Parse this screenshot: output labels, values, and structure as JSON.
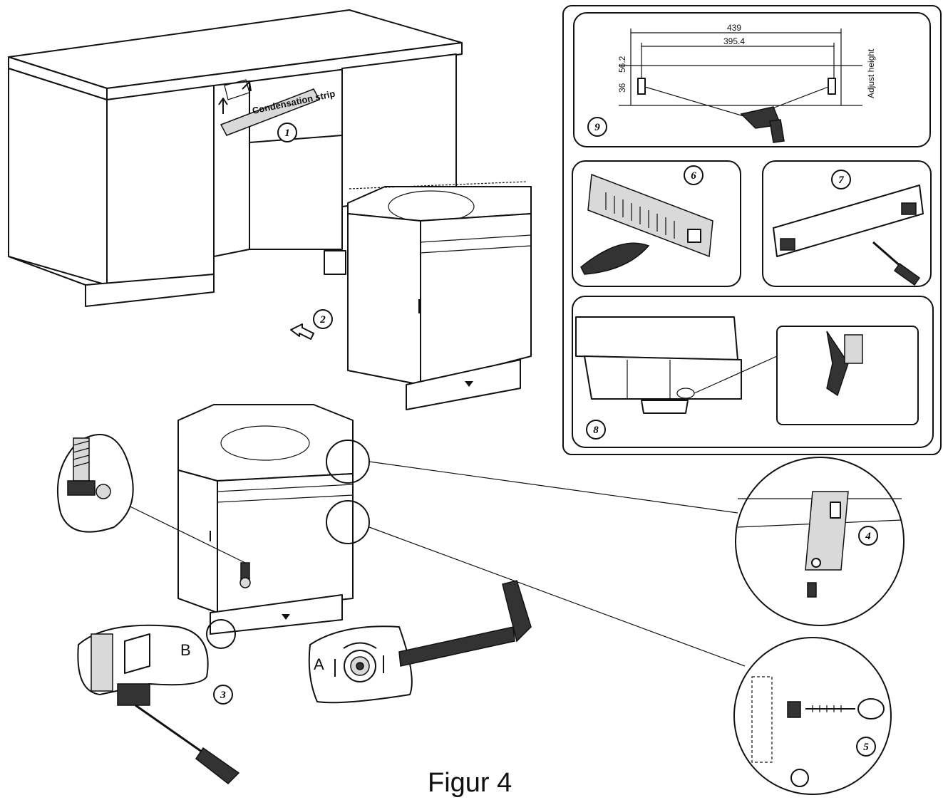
{
  "labels": {
    "condensation_strip": "Condensation strip",
    "dim_439": "439",
    "dim_395": "395.4",
    "dim_56": "56.2",
    "dim_36": "36",
    "adjust_height": "Adjust height",
    "label_a": "A",
    "label_b": "B"
  },
  "steps": [
    "1",
    "2",
    "3",
    "4",
    "5",
    "6",
    "7",
    "8",
    "9"
  ],
  "figure_title": "Figur 4"
}
